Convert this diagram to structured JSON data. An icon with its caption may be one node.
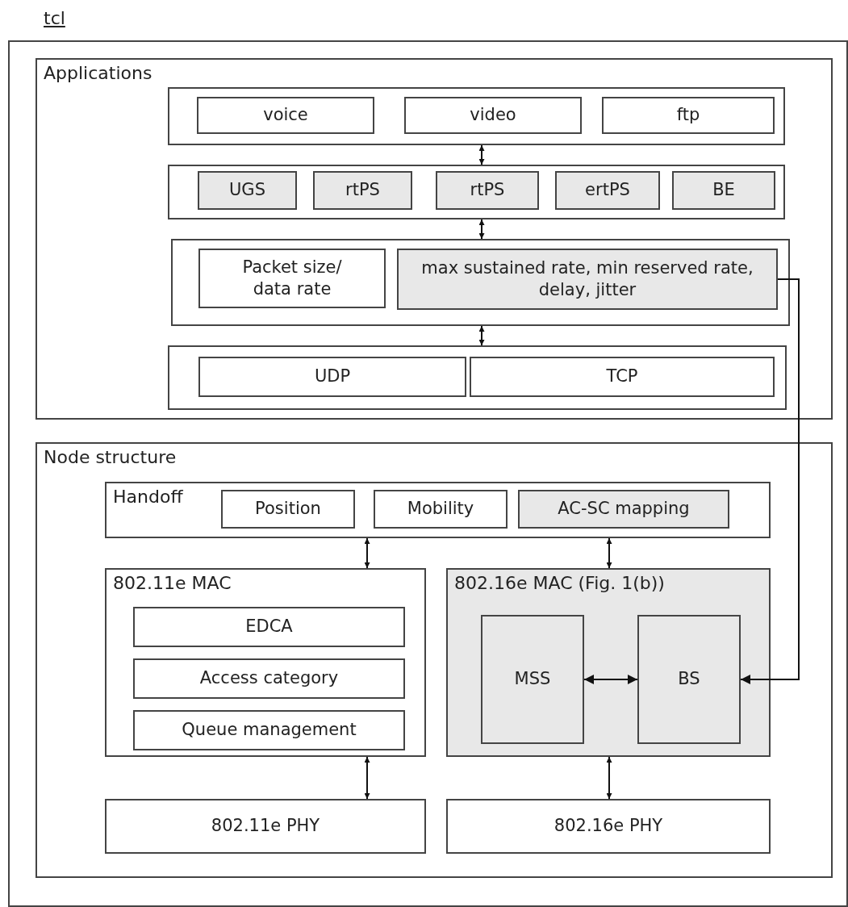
{
  "diagram": {
    "nodes": [
      {
        "text": [
          "tcl"
        ]
      },
      {
        "text": [
          "Applications"
        ],
        "in": 0
      },
      {
        "text": [],
        "shape": "box",
        "in": 1
      },
      {
        "text": [
          "voice"
        ],
        "in": 2
      },
      {
        "text": [
          "video"
        ],
        "in": 2
      },
      {
        "text": [
          "ftp"
        ],
        "in": 2
      },
      {
        "text": [],
        "shape": "box",
        "in": 1
      },
      {
        "text": [
          "UGS"
        ],
        "in": 6
      },
      {
        "text": [
          "rtPS"
        ],
        "in": 6
      },
      {
        "text": [
          "rtPS"
        ],
        "in": 6
      },
      {
        "text": [
          "ertPS"
        ],
        "in": 6
      },
      {
        "text": [
          "BE"
        ],
        "in": 6
      },
      {
        "text": [],
        "shape": "box",
        "in": 1
      },
      {
        "text": [
          "Packet size/ data rate"
        ],
        "in": 12
      },
      {
        "text": [
          "max sustained rate, min reserved rate, delay, jitter"
        ],
        "in": 12
      },
      {
        "text": [],
        "shape": "box",
        "in": 1
      },
      {
        "text": [
          "UDP"
        ],
        "in": 15
      },
      {
        "text": [
          "TCP"
        ],
        "in": 15
      },
      {
        "text": [
          "Node structure"
        ],
        "in": 0
      },
      {
        "text": [
          "Handoff"
        ],
        "in": 18
      },
      {
        "text": [
          "Position"
        ],
        "in": 19
      },
      {
        "text": [
          "Mobility"
        ],
        "in": 19
      },
      {
        "text": [
          "AC-SC mapping"
        ],
        "in": 19
      },
      {
        "text": [
          "802.11e MAC"
        ],
        "in": 18
      },
      {
        "text": [
          "EDCA"
        ],
        "in": 23
      },
      {
        "text": [
          "Access category"
        ],
        "in": 23
      },
      {
        "text": [
          "Queue management"
        ],
        "in": 23
      },
      {
        "text": [
          "802.16e MAC (Fig. 1(b))"
        ],
        "in": 18
      },
      {
        "text": [
          "MSS"
        ],
        "in": 27
      },
      {
        "text": [
          "BS"
        ],
        "in": 27
      },
      {
        "text": [
          "802.11e PHY"
        ],
        "in": 18
      },
      {
        "text": [
          "802.16e PHY"
        ],
        "in": 18
      }
    ],
    "edges": [
      {
        "from": 2,
        "to": 6,
        "arrow": "both"
      },
      {
        "from": 6,
        "to": 12,
        "arrow": "both"
      },
      {
        "from": 12,
        "to": 15,
        "arrow": "both"
      },
      {
        "from": 19,
        "to": 23,
        "arrow": "both"
      },
      {
        "from": 19,
        "to": 27,
        "arrow": "both"
      },
      {
        "from": 23,
        "to": 30,
        "arrow": "both"
      },
      {
        "from": 27,
        "to": 31,
        "arrow": "both"
      },
      {
        "from": 28,
        "to": 29,
        "arrow": "both"
      },
      {
        "from": 14,
        "to": 29,
        "arrow": "to"
      }
    ]
  }
}
